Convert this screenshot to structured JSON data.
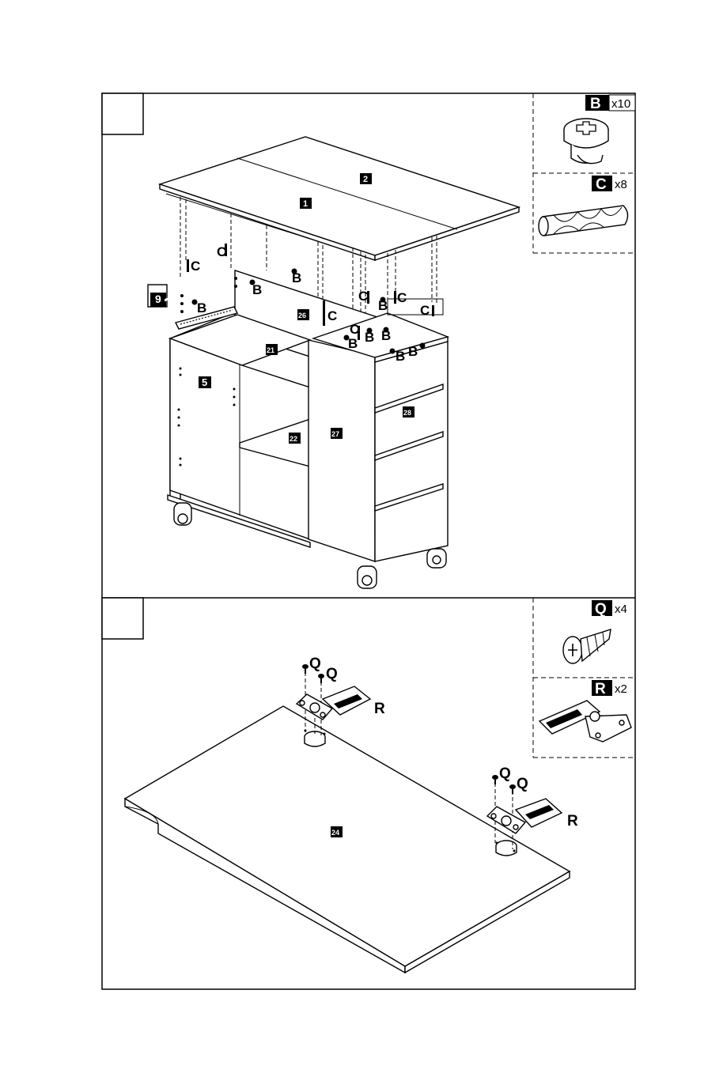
{
  "step1": {
    "parts": [
      {
        "id": "p1",
        "num": "1"
      },
      {
        "id": "p2",
        "num": "2"
      },
      {
        "id": "p9",
        "num": "9"
      },
      {
        "id": "p26",
        "num": "26"
      },
      {
        "id": "p21",
        "num": "21"
      },
      {
        "id": "p5",
        "num": "5"
      },
      {
        "id": "p27",
        "num": "27"
      },
      {
        "id": "p22",
        "num": "22"
      },
      {
        "id": "p28",
        "num": "28"
      }
    ],
    "hardware_labels": {
      "b": "B",
      "c": "C"
    },
    "hardware": [
      {
        "letter": "B",
        "qty": "x10"
      },
      {
        "letter": "C",
        "qty": "x8"
      }
    ]
  },
  "step2": {
    "parts": [
      {
        "id": "p24",
        "num": "24"
      }
    ],
    "hardware_labels": {
      "q": "Q",
      "r": "R"
    },
    "hardware": [
      {
        "letter": "Q",
        "qty": "x4"
      },
      {
        "letter": "R",
        "qty": "x2"
      }
    ]
  }
}
